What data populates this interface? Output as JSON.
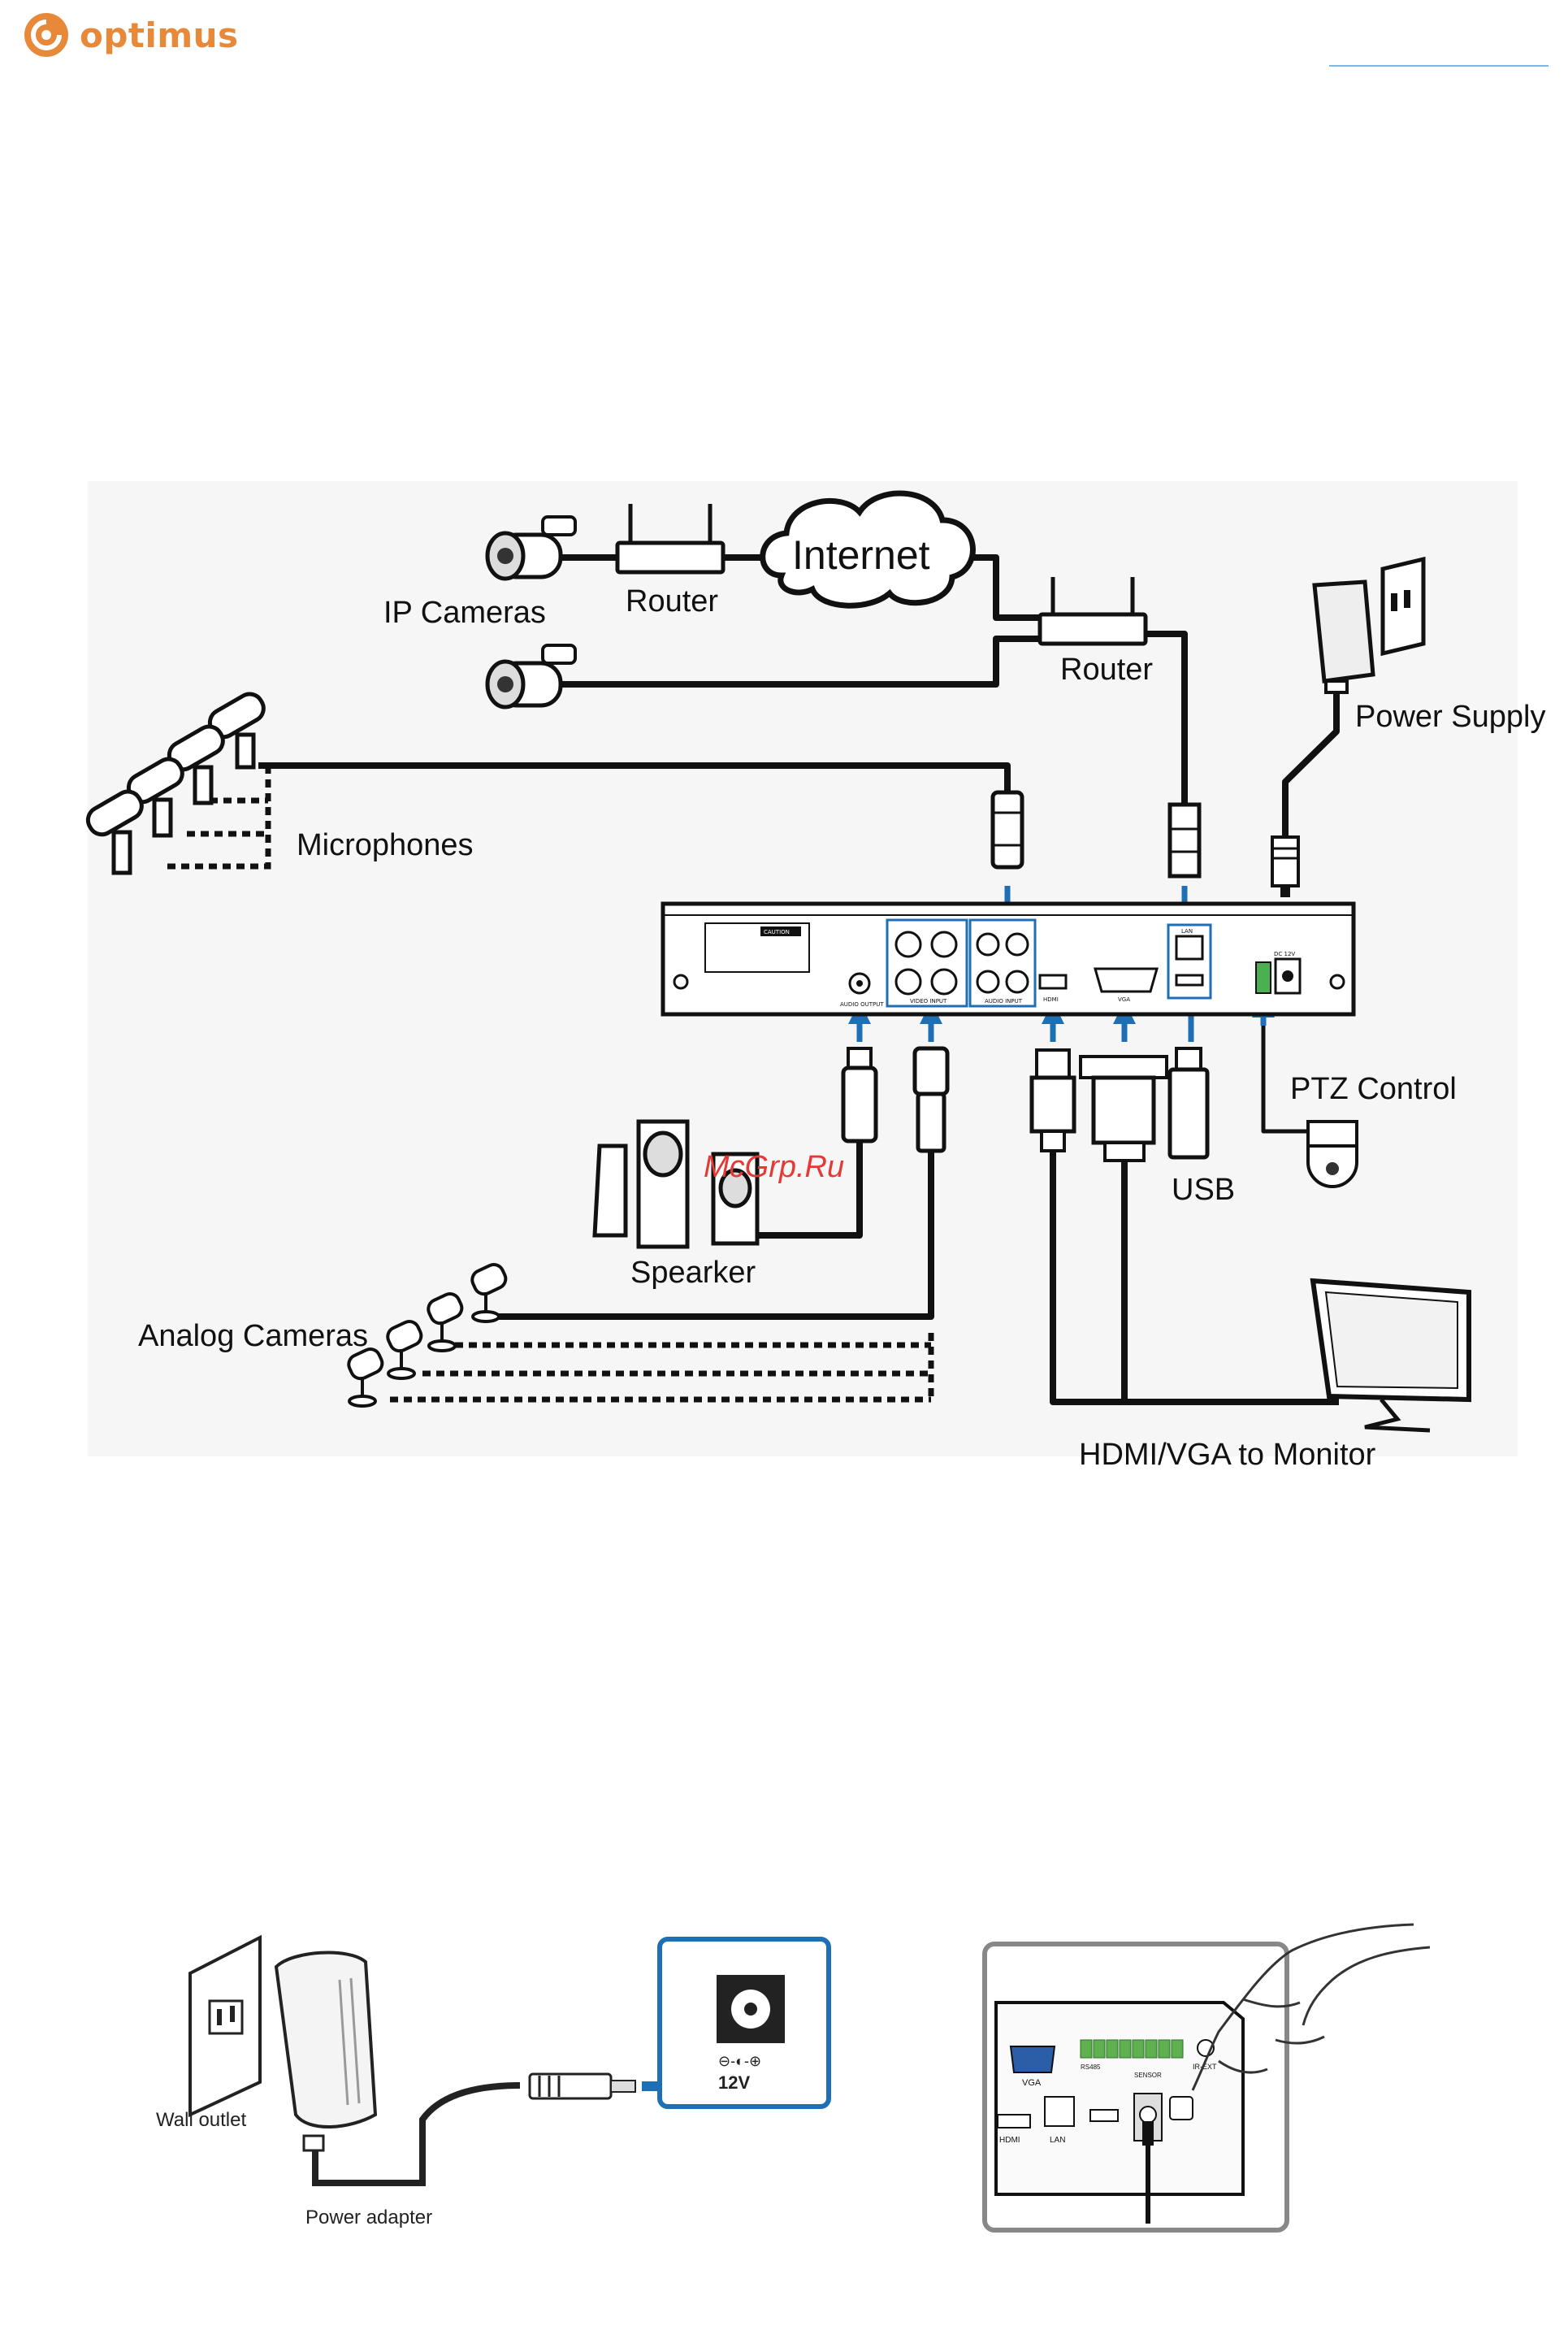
{
  "brand": {
    "name": "optimus",
    "accent": "#e8893a",
    "rule_color": "#7fb6e3"
  },
  "diagram1": {
    "labels": {
      "internet": "Internet",
      "ip_cameras": "IP Cameras",
      "router_1": "Router",
      "router_2": "Router",
      "power_supply": "Power Supply",
      "microphones": "Microphones",
      "ptz_control": "PTZ Control",
      "usb": "USB",
      "speaker": "Spearker",
      "analog_cameras": "Analog Cameras",
      "monitor": "HDMI/VGA to Monitor"
    },
    "panel": {
      "caution": "CAUTION",
      "lan": "LAN",
      "hdmi": "HDMI",
      "vga": "VGA",
      "audio_output": "AUDIO OUTPUT",
      "video_input": "VIDEO INPUT",
      "audio_input": "AUDIO INPUT",
      "power": "DC 12V"
    },
    "watermark": "McGrp.Ru",
    "arrow_color": "#1f6fb5"
  },
  "diagram2": {
    "wall_outlet": "Wall outlet",
    "power_adapter": "Power adapter",
    "voltage": "12V",
    "polarity": "⊖-◐-⊕",
    "frame_color": "#1f6fb5"
  },
  "diagram3": {
    "vga": "VGA",
    "hdmi": "HDMI",
    "lan": "LAN",
    "rs485": "RS485",
    "sensor": "SENSOR",
    "ir_ext": "IR-EXT"
  }
}
